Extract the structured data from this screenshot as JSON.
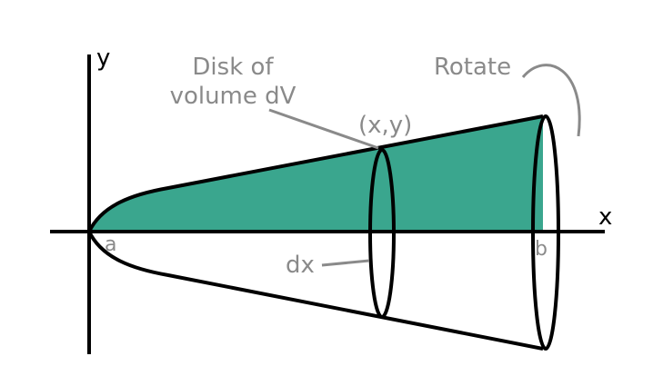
{
  "colors": {
    "fill": "#3aa68e",
    "stroke": "#000000",
    "annotation": "#8a8a8a",
    "background": "#ffffff"
  },
  "labels": {
    "y_axis": "y",
    "x_axis": "x",
    "disk_line1": "Disk of",
    "disk_line2": "volume dV",
    "point": "(x,y)",
    "rotate": "Rotate",
    "a": "a",
    "b": "b",
    "dx": "dx"
  }
}
